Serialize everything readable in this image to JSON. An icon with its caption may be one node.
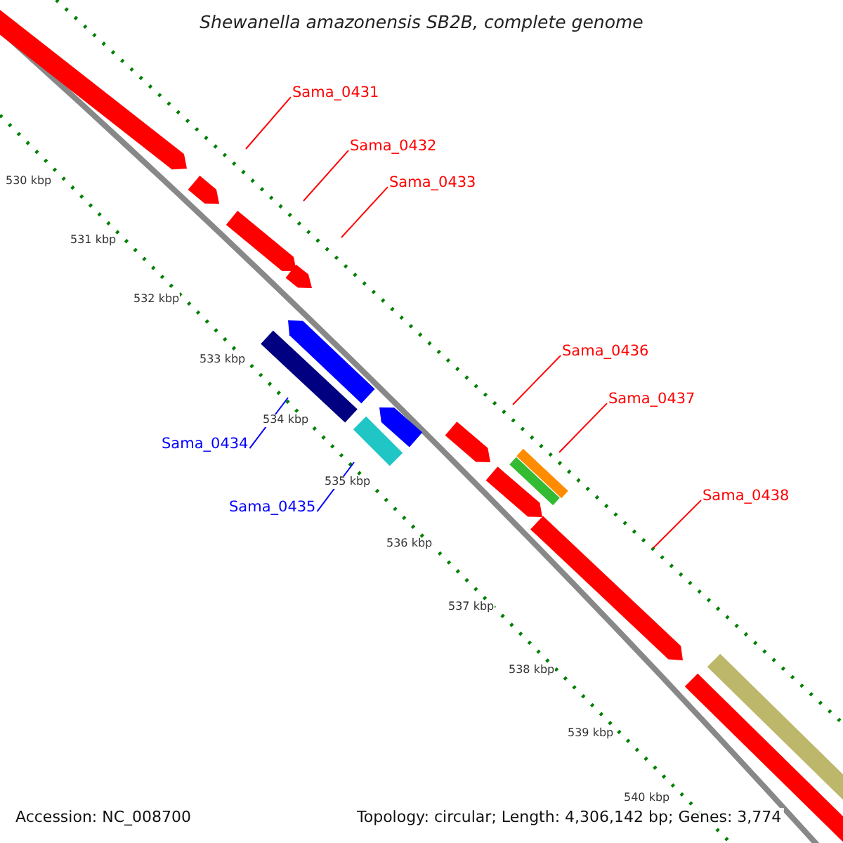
{
  "diagram": {
    "title": "Shewanella amazonensis SB2B, complete genome",
    "nodes": [
      {
        "text": [
          "Sama_0431"
        ]
      },
      {
        "text": [
          "Sama_0432"
        ]
      },
      {
        "text": [
          "Sama_0433"
        ]
      },
      {
        "text": [
          "Sama_0436"
        ]
      },
      {
        "text": [
          "Sama_0437"
        ]
      },
      {
        "text": [
          "Sama_0434"
        ]
      },
      {
        "text": [
          "Sama_0438"
        ]
      },
      {
        "text": [
          "Sama_0435"
        ]
      }
    ],
    "edges": [
      {
        "from": 0,
        "to": null,
        "arrow": "none"
      },
      {
        "from": 1,
        "to": null,
        "arrow": "none"
      },
      {
        "from": 2,
        "to": null,
        "arrow": "none"
      },
      {
        "from": 3,
        "to": null,
        "arrow": "none"
      },
      {
        "from": 4,
        "to": null,
        "arrow": "none"
      },
      {
        "from": 5,
        "to": null,
        "arrow": "none",
        "color": "#0000ff"
      },
      {
        "from": 6,
        "to": null,
        "arrow": "none"
      },
      {
        "from": 7,
        "to": null,
        "arrow": "none",
        "color": "#0000ff"
      }
    ],
    "labels": [
      "530 kbp",
      "531 kbp",
      "532 kbp",
      "533 kbp",
      "534 kbp",
      "535 kbp",
      "536 kbp",
      "537 kbp",
      "538 kbp",
      "539 kbp",
      "540 kbp",
      "Accession: NC_008700",
      "Topology: circular; Length: 4,306,142 bp; Genes: 3,774"
    ]
  }
}
